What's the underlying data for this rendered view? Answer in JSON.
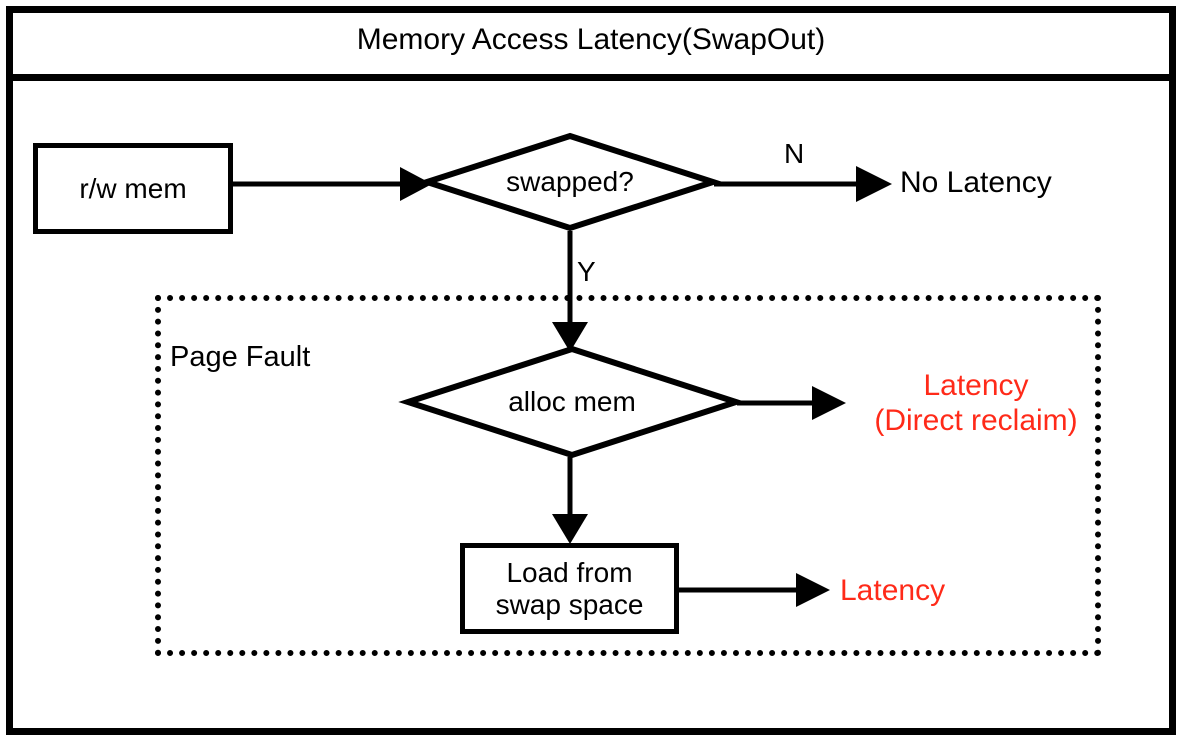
{
  "window": {
    "title": "Memory Access Latency(SwapOut)"
  },
  "colors": {
    "stroke": "#000000",
    "background": "#ffffff",
    "latency_red": "#ff2a19"
  },
  "diagram": {
    "type": "flowchart",
    "nodes": [
      {
        "id": "rw-mem",
        "label": "r/w mem",
        "shape": "rectangle"
      },
      {
        "id": "swapped",
        "label": "swapped?",
        "shape": "diamond"
      },
      {
        "id": "no-latency",
        "label": "No Latency",
        "shape": "text",
        "color": "#000000"
      },
      {
        "id": "alloc-mem",
        "label": "alloc mem",
        "shape": "diamond"
      },
      {
        "id": "latency-direct-line1",
        "label": "Latency",
        "shape": "text",
        "color": "#ff2a19"
      },
      {
        "id": "latency-direct-line2",
        "label": "(Direct reclaim)",
        "shape": "text",
        "color": "#ff2a19"
      },
      {
        "id": "load-swap-line1",
        "label": "Load from",
        "shape": "rectangle"
      },
      {
        "id": "load-swap-line2",
        "label": "swap space",
        "shape": "rectangle"
      },
      {
        "id": "latency",
        "label": "Latency",
        "shape": "text",
        "color": "#ff2a19"
      }
    ],
    "group": {
      "id": "page-fault",
      "label": "Page Fault",
      "border": "dotted"
    },
    "edges": [
      {
        "from": "rw-mem",
        "to": "swapped",
        "label": ""
      },
      {
        "from": "swapped",
        "to": "no-latency",
        "label": "N"
      },
      {
        "from": "swapped",
        "to": "alloc-mem",
        "label": "Y"
      },
      {
        "from": "alloc-mem",
        "to": "latency-direct",
        "label": ""
      },
      {
        "from": "alloc-mem",
        "to": "load-swap",
        "label": ""
      },
      {
        "from": "load-swap",
        "to": "latency",
        "label": ""
      }
    ]
  }
}
